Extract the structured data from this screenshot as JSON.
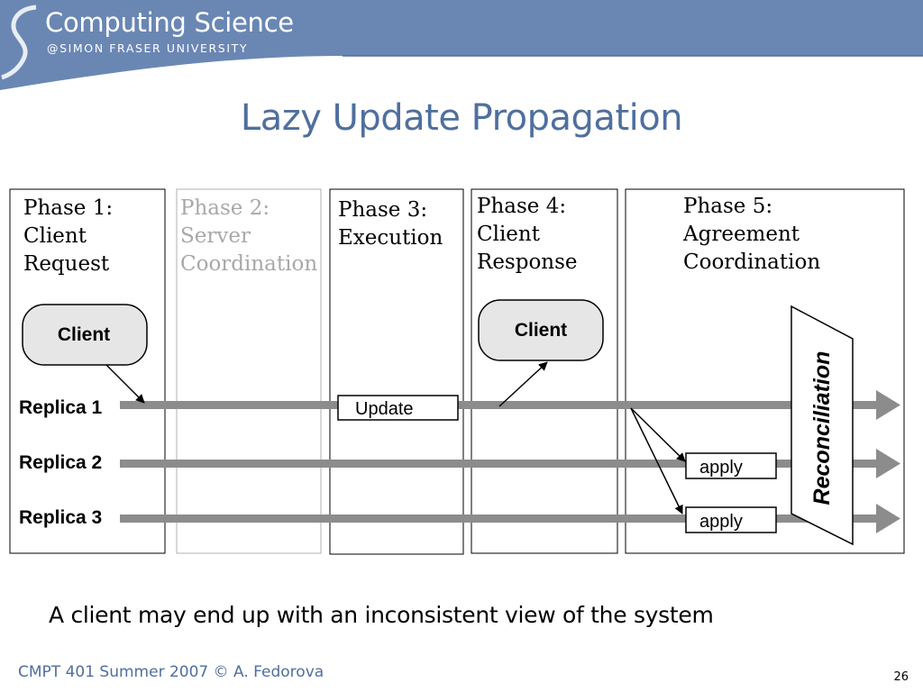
{
  "header": {
    "brand_title": "Computing Science",
    "brand_subtitle": "@SIMON FRASER UNIVERSITY",
    "colors": {
      "band": "#6a87b4",
      "accent": "#4f6f9e"
    },
    "logo_icon": "swoosh-s-icon"
  },
  "slide": {
    "title": "Lazy Update Propagation",
    "caption": "A client may end up with an inconsistent view of the system",
    "footer": "CMPT 401 Summer 2007  © A. Fedorova",
    "page_number": "26"
  },
  "diagram": {
    "phases": [
      {
        "lines": [
          "Phase 1:",
          "Client",
          "Request"
        ],
        "faded": false
      },
      {
        "lines": [
          "Phase 2:",
          "Server",
          "Coordination"
        ],
        "faded": true
      },
      {
        "lines": [
          "Phase 3:",
          "Execution"
        ],
        "faded": false
      },
      {
        "lines": [
          "Phase 4:",
          "Client",
          "Response"
        ],
        "faded": false
      },
      {
        "lines": [
          "Phase 5:",
          "Agreement",
          "Coordination"
        ],
        "faded": false
      }
    ],
    "clients": [
      "Client",
      "Client"
    ],
    "replicas": [
      "Replica 1",
      "Replica 2",
      "Replica 3"
    ],
    "boxes": {
      "update": "Update",
      "apply": "apply"
    },
    "reconciliation": "Reconciliation"
  }
}
